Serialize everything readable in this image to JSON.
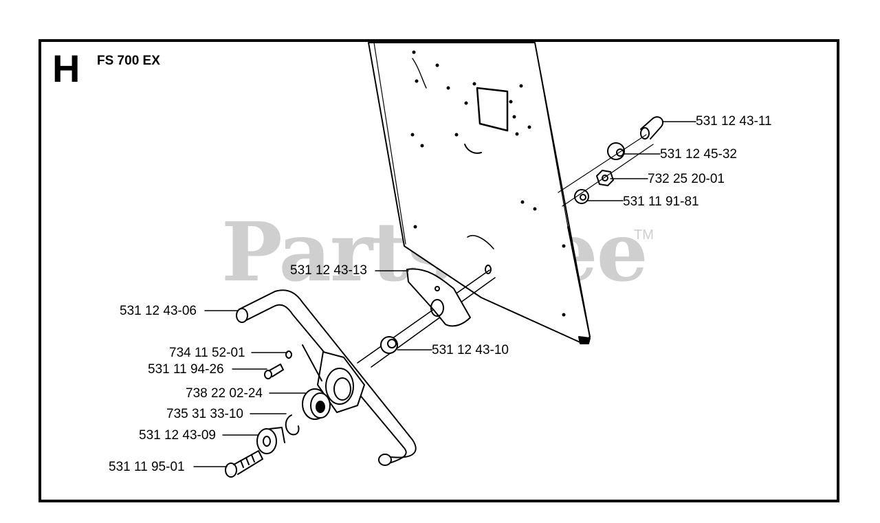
{
  "header": {
    "section_letter": "H",
    "model": "FS 700 EX"
  },
  "watermark": {
    "text": "PartsTree",
    "trademark": "TM"
  },
  "parts": [
    {
      "id": "p1",
      "number": "531 12 43-11"
    },
    {
      "id": "p2",
      "number": "531 12 45-32"
    },
    {
      "id": "p3",
      "number": "732 25 20-01"
    },
    {
      "id": "p4",
      "number": "531 11 91-81"
    },
    {
      "id": "p5",
      "number": "531 12 43-13"
    },
    {
      "id": "p6",
      "number": "531 12 43-06"
    },
    {
      "id": "p7",
      "number": "531 12 43-10"
    },
    {
      "id": "p8",
      "number": "734 11 52-01"
    },
    {
      "id": "p9",
      "number": "531 11 94-26"
    },
    {
      "id": "p10",
      "number": "738 22 02-24"
    },
    {
      "id": "p11",
      "number": "735 31 33-10"
    },
    {
      "id": "p12",
      "number": "531 12 43-09"
    },
    {
      "id": "p13",
      "number": "531 11 95-01"
    }
  ]
}
